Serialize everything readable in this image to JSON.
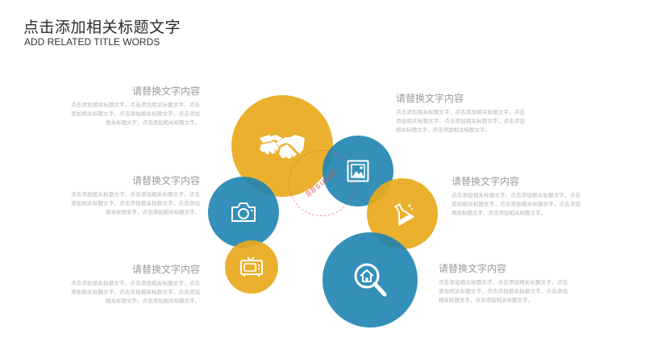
{
  "slide": {
    "title": "点击添加相关标题文字",
    "subtitle": "ADD RELATED TITLE WORDS"
  },
  "blocks": [
    {
      "heading": "请替换文字内容",
      "body": "点击添加相关标题文字，点击添加相关标题文字，点击添加相关标题文字，点击添加相关标题文字，点击添加相关标题文字，点击添加相关标题文字。"
    },
    {
      "heading": "请替换文字内容",
      "body": "点击添加相关标题文字，点击添加相关标题文字，点击添加相关标题文字，点击添加相关标题文字，点击添加相关标题文字，点击添加相关标题文字。"
    },
    {
      "heading": "请替换文字内容",
      "body": "点击添加相关标题文字，点击添加相关标题文字，点击添加相关标题文字，点击添加相关标题文字，点击添加相关标题文字，点击添加相关标题文字。"
    },
    {
      "heading": "请替换文字内容",
      "body": "点击添加相关标题文字，点击添加相关标题文字，点击添加相关标题文字，点击添加相关标题文字，点击添加相关标题文字，点击添加相关标题文字。"
    },
    {
      "heading": "请替换文字内容",
      "body": "点击添加相关标题文字，点击添加相关标题文字，点击添加相关标题文字，点击添加相关标题文字，点击添加相关标题文字，点击添加相关标题文字。"
    },
    {
      "heading": "请替换文字内容",
      "body": "点击添加相关标题文字，点击添加相关标题文字，点击添加相关标题文字，点击添加相关标题文字，点击添加相关标题文字，点击添加相关标题文字。"
    }
  ],
  "watermark": "88sucai",
  "colors": {
    "gold": "#E8A91C",
    "blue": "#1E84B1",
    "heading": "#9A9A9A",
    "body": "#B3B3B3"
  },
  "icons": [
    "handshake-icon",
    "image-icon",
    "camera-icon",
    "flask-icon",
    "tv-icon",
    "home-search-icon"
  ]
}
